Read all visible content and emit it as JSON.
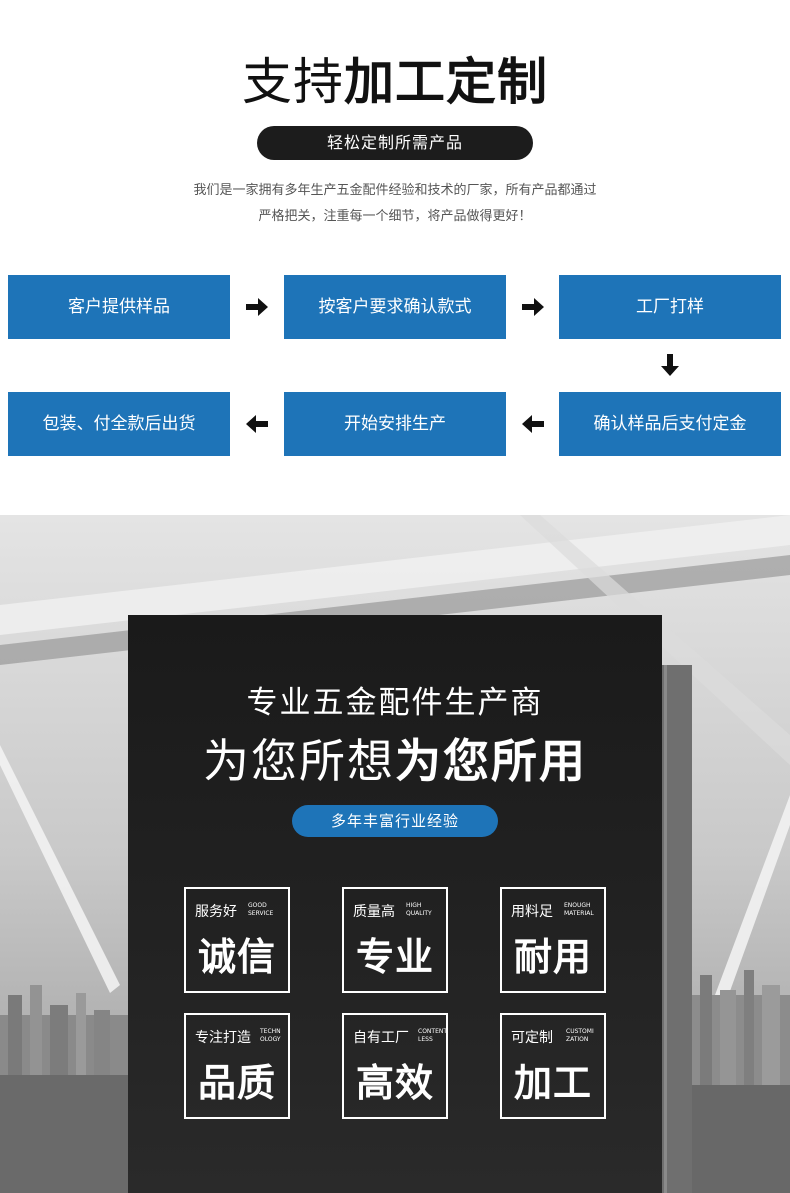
{
  "header": {
    "title_light": "支持",
    "title_bold": "加工定制",
    "pill": "轻松定制所需产品",
    "intro_line1": "我们是一家拥有多年生产五金配件经验和技术的厂家，所有产品都通过",
    "intro_line2": "严格把关，注重每一个细节，将产品做得更好！"
  },
  "steps": [
    "客户提供样品",
    "按客户要求确认款式",
    "工厂打样",
    "确认样品后支付定金",
    "开始安排生产",
    "包装、付全款后出货"
  ],
  "panel": {
    "subtitle": "专业五金配件生产商",
    "main_light": "为您所想",
    "main_bold": "为您所用",
    "pill": "多年丰富行业经验",
    "cards": [
      {
        "small": "服务好",
        "en1": "GOOD",
        "en2": "SERVICE",
        "big": "诚信"
      },
      {
        "small": "质量高",
        "en1": "HIGH",
        "en2": "QUALITY",
        "big": "专业"
      },
      {
        "small": "用料足",
        "en1": "ENOUGH",
        "en2": "MATERIAL",
        "big": "耐用"
      },
      {
        "small": "专注打造",
        "en1": "TECHN",
        "en2": "OLOGY",
        "big": "品质"
      },
      {
        "small": "自有工厂",
        "en1": "CONTENT",
        "en2": "LESS",
        "big": "高效"
      },
      {
        "small": "可定制",
        "en1": "CUSTOMI",
        "en2": "ZATION",
        "big": "加工"
      }
    ]
  },
  "colors": {
    "accent_blue": "#1e74b8",
    "dark": "#1c1c1c"
  }
}
